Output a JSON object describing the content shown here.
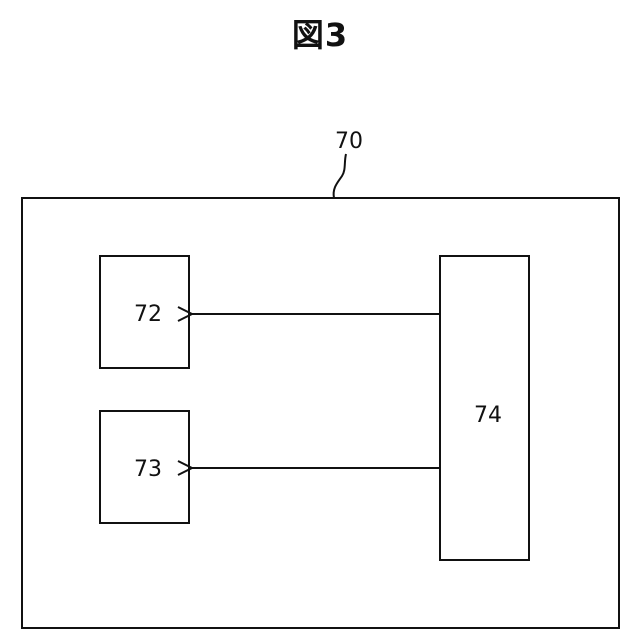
{
  "figure": {
    "title": "図3"
  },
  "diagram": {
    "container": {
      "label": "70"
    },
    "blocks": {
      "upper": {
        "label": "72"
      },
      "lower": {
        "label": "73"
      },
      "source": {
        "label": "74"
      }
    },
    "connections": [
      {
        "from": "74",
        "to": "72"
      },
      {
        "from": "74",
        "to": "73"
      }
    ]
  }
}
